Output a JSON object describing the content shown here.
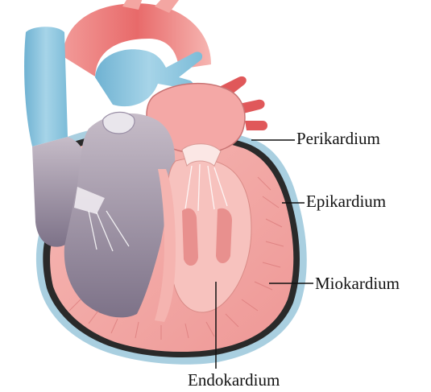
{
  "labels": {
    "perikardium": "Perikardium",
    "epikardium": "Epikardium",
    "miokardium": "Miokardium",
    "endokardium": "Endokardium"
  },
  "colors": {
    "muscle": "#f2a0a0",
    "muscle_dark": "#d97878",
    "muscle_light": "#f8c6c2",
    "vessel_blue": "#8ec6e0",
    "vessel_blue_dark": "#5ea6c8",
    "aorta_red": "#e86a6a",
    "chamber_gray": "#8c8196",
    "chamber_gray_light": "#b8aebb",
    "pericardium_blue": "#a9cfe0",
    "outline_dark": "#2a2a2a",
    "leader_line": "#111111"
  }
}
